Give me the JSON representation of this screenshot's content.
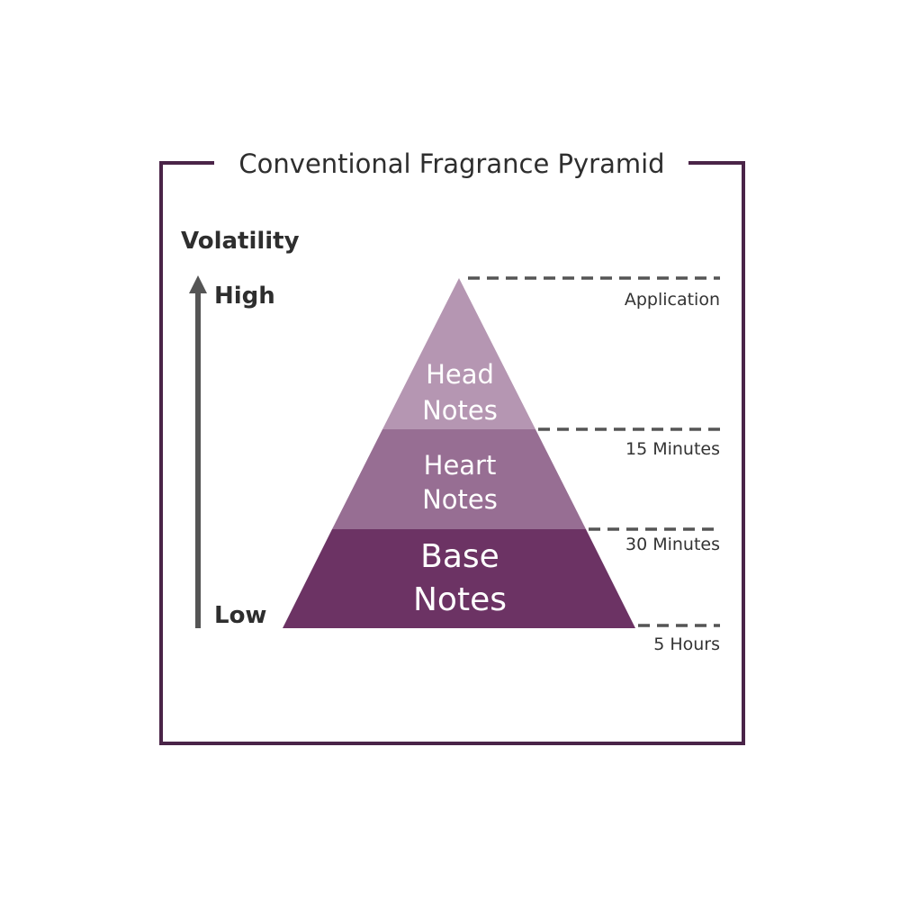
{
  "title": "Conventional Fragrance Pyramid",
  "axis": {
    "title": "Volatility",
    "high_label": "High",
    "low_label": "Low"
  },
  "tiers": [
    {
      "line1": "Head",
      "line2": "Notes",
      "color": "#b596b2"
    },
    {
      "line1": "Heart",
      "line2": "Notes",
      "color": "#976e93"
    },
    {
      "line1": "Base",
      "line2": "Notes",
      "color": "#6c3364"
    }
  ],
  "timeline": [
    "Application",
    "15 Minutes",
    "30 Minutes",
    "5 Hours"
  ],
  "colors": {
    "frame": "#4a2448",
    "arrow": "#555555",
    "text": "#2e2e2e"
  }
}
